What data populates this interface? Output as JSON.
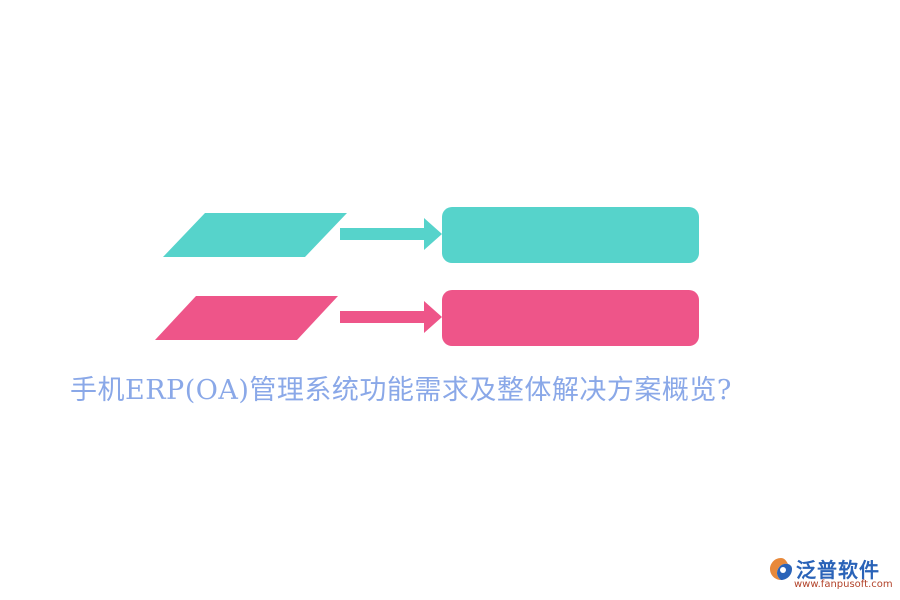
{
  "title": "手机ERP(OA)管理系统功能需求及整体解决方案概览?",
  "colors": {
    "teal": "#56d3cb",
    "pink": "#ee5589",
    "title": "#8aa8e8",
    "logo_blue": "#2a63b8",
    "logo_orange": "#e8893a"
  },
  "rows": [
    {
      "color": "teal",
      "shape": "parallelogram",
      "connector": "arrow",
      "target": "rounded-rectangle"
    },
    {
      "color": "pink",
      "shape": "parallelogram",
      "connector": "arrow",
      "target": "rounded-rectangle"
    }
  ],
  "logo": {
    "name": "泛普软件",
    "url": "www.fanpusoft.com",
    "icon": "fanpu-logo-icon"
  }
}
